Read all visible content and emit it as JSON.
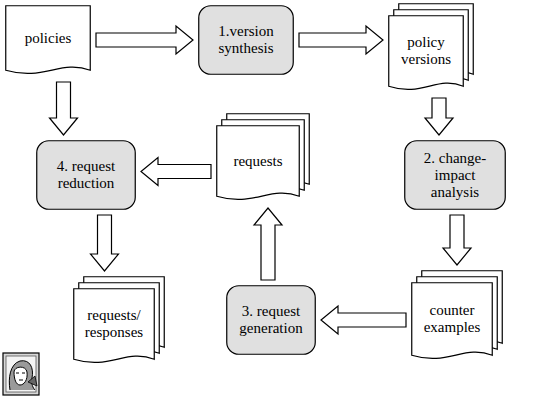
{
  "diagram": {
    "nodes": [
      {
        "text": [
          "policies"
        ]
      },
      {
        "text": [
          "1.version synthesis"
        ]
      },
      {
        "text": [
          "policy versions"
        ]
      },
      {
        "text": [
          "4. request reduction"
        ]
      },
      {
        "text": [
          "requests"
        ]
      },
      {
        "text": [
          "2. change-impact analysis"
        ]
      },
      {
        "text": [
          "requests/ responses"
        ]
      },
      {
        "text": [
          "3. request generation"
        ]
      },
      {
        "text": [
          "counter examples"
        ]
      }
    ],
    "edges": [
      {
        "from": 0,
        "to": 1,
        "arrow": "to"
      },
      {
        "from": 1,
        "to": 2,
        "arrow": "to"
      },
      {
        "from": 2,
        "to": 5,
        "arrow": "to"
      },
      {
        "from": 5,
        "to": 8,
        "arrow": "to"
      },
      {
        "from": 8,
        "to": 7,
        "arrow": "to"
      },
      {
        "from": 7,
        "to": 4,
        "arrow": "to"
      },
      {
        "from": 4,
        "to": 3,
        "arrow": "to"
      },
      {
        "from": 0,
        "to": 3,
        "arrow": "to"
      },
      {
        "from": 3,
        "to": 6,
        "arrow": "to"
      }
    ]
  }
}
